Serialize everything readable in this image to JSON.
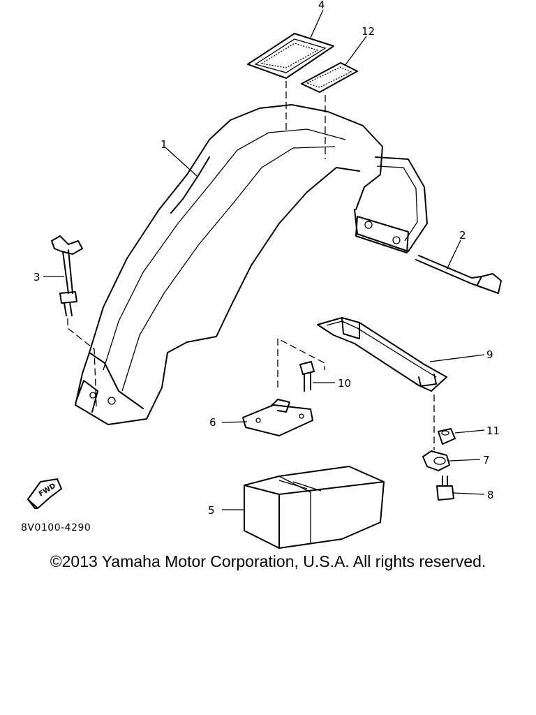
{
  "callouts": {
    "p1": "1",
    "p2": "2",
    "p3": "3",
    "p4": "4",
    "p5": "5",
    "p6": "6",
    "p7": "7",
    "p8": "8",
    "p9": "9",
    "p10": "10",
    "p11": "11",
    "p12": "12"
  },
  "forward_arrow_label": "FWD",
  "diagram_code": "8V0100-4290",
  "copyright": "©2013 Yamaha Motor Corporation, U.S.A. All rights reserved."
}
